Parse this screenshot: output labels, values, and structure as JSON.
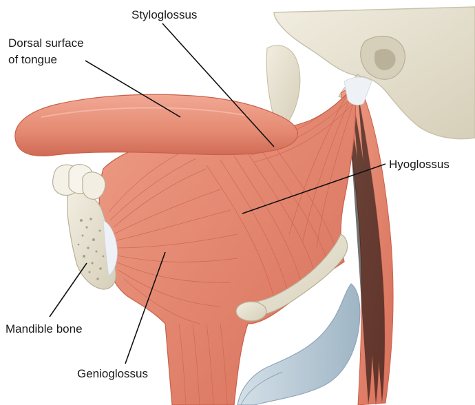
{
  "labels": {
    "styloglossus": "Styloglossus",
    "dorsal_surface_line1": "Dorsal surface",
    "dorsal_surface_line2": "of tongue",
    "hyoglossus": "Hyoglossus",
    "mandible_bone": "Mandible bone",
    "genioglossus": "Genioglossus"
  },
  "colors": {
    "background": "#ffffff",
    "bone": "#e9e4d3",
    "bone_shadow": "#c9c2ab",
    "muscle": "#e58a72",
    "muscle_dark": "#c9604a",
    "muscle_light": "#f0a48e",
    "tendon": "#eef1f6",
    "cartilage": "#b9cad6",
    "cartilage_dark": "#8ea6b8",
    "trabecular": "#8b8577"
  }
}
